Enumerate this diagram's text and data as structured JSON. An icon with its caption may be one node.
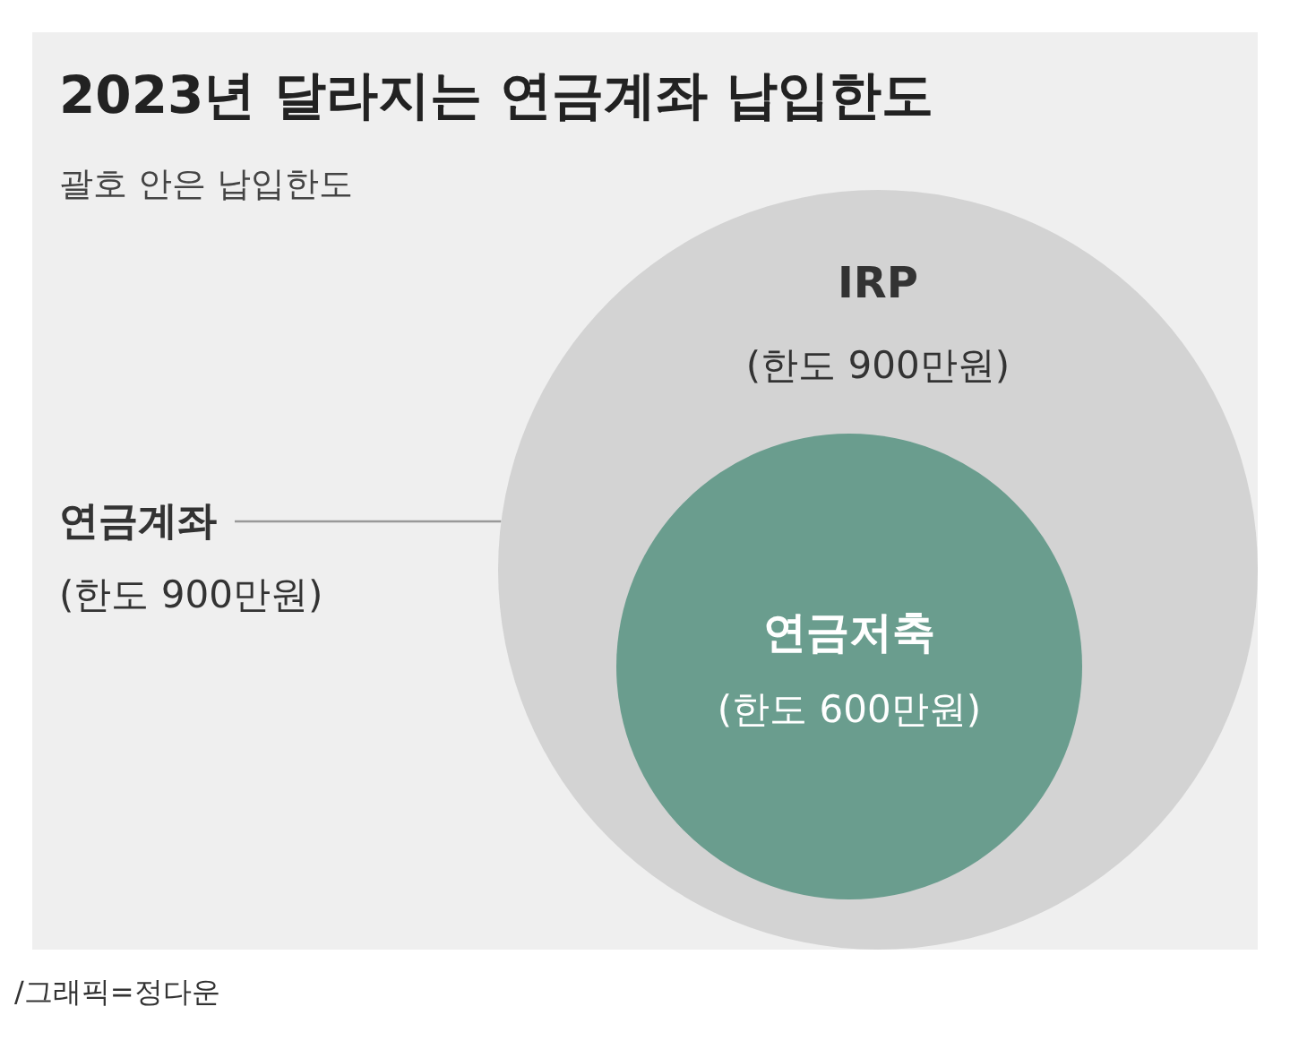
{
  "diagram": {
    "title": "2023년 달라지는 연금계좌 납입한도",
    "caption": "/그래픽=정다운",
    "nodes": [
      {
        "text": [
          "IRP",
          "(한도 900만원)"
        ]
      },
      {
        "text": [
          "연금저축",
          "(한도 600만원)"
        ],
        "in": 0
      },
      {
        "text": [
          "연금계좌",
          "(한도 900만원)"
        ]
      }
    ],
    "edges": [
      {
        "from": 2,
        "to": 0,
        "arrow": "none"
      }
    ],
    "labels": [
      "괄호 안은 납입한도"
    ]
  }
}
